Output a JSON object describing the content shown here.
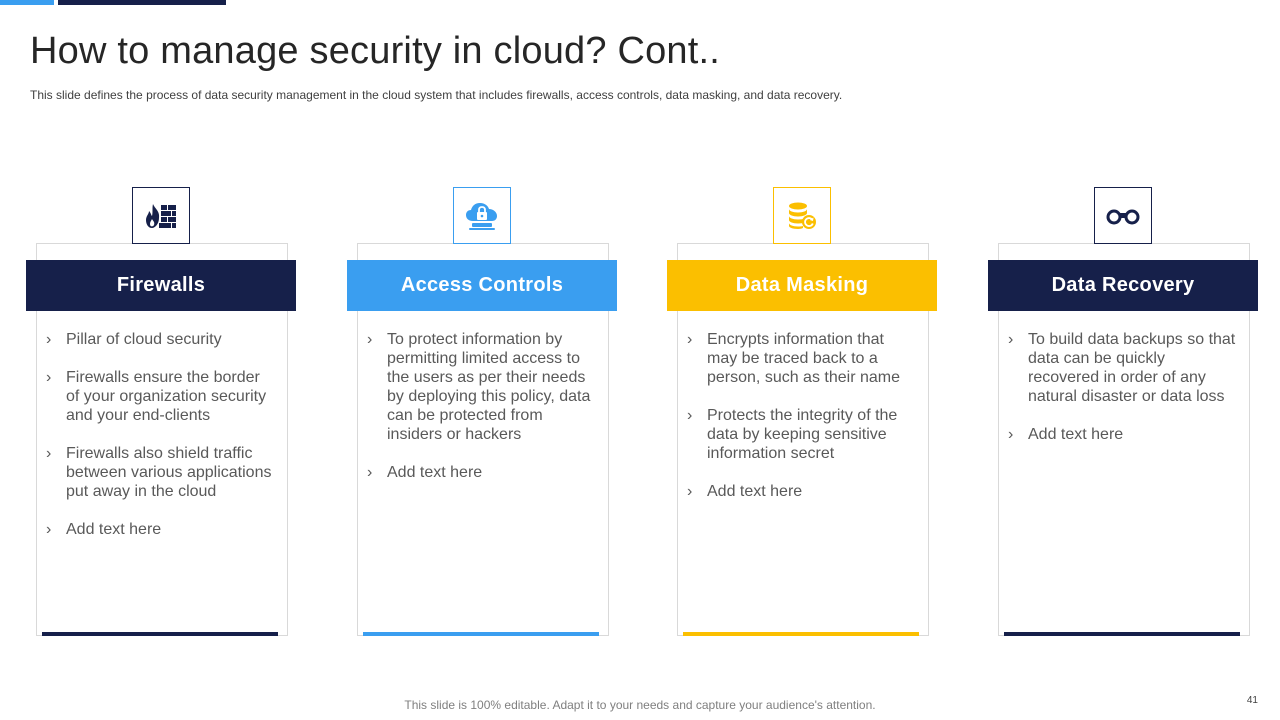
{
  "slide": {
    "title": "How to manage security in cloud? Cont..",
    "subtitle": "This slide defines the process of data security management  in the cloud system that includes firewalls,  access controls, data masking, and data recovery.",
    "footer": "This slide is 100% editable. Adapt it to your needs and capture your audience's attention.",
    "page_number": "41"
  },
  "colors": {
    "navy": "#16204a",
    "blue": "#3a9ef0",
    "yellow": "#fbbf00"
  },
  "cards": [
    {
      "title": "Firewalls",
      "icon": "firewall-icon",
      "color": "#16204a",
      "bullets": [
        "Pillar of cloud security",
        "Firewalls ensure the border of your organization security and your end-clients",
        "Firewalls also shield traffic between various applications put away in the cloud",
        "Add text here"
      ]
    },
    {
      "title": "Access Controls",
      "icon": "cloud-lock-icon",
      "color": "#3a9ef0",
      "bullets": [
        "To protect information by permitting limited access to the users as per their needs by deploying this policy, data can be protected from insiders or hackers",
        "Add text here"
      ]
    },
    {
      "title": "Data Masking",
      "icon": "database-refresh-icon",
      "color": "#fbbf00",
      "bullets": [
        "Encrypts information that may be traced back to a person, such as their name",
        "Protects the integrity of the data by keeping sensitive information secret",
        "Add text here"
      ]
    },
    {
      "title": "Data Recovery",
      "icon": "binoculars-icon",
      "color": "#16204a",
      "bullets": [
        "To build data backups so that data can be quickly recovered in order of any natural disaster or data loss",
        "Add text here"
      ]
    }
  ]
}
